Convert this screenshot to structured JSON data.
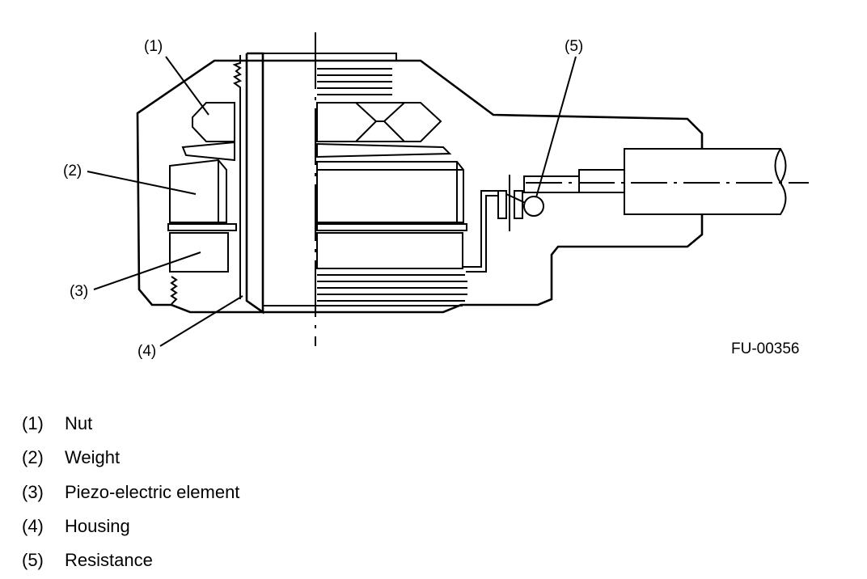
{
  "diagram": {
    "callouts": [
      "(1)",
      "(2)",
      "(3)",
      "(4)",
      "(5)"
    ],
    "figure_code": "FU-00356"
  },
  "legend": [
    {
      "num": "(1)",
      "label": "Nut"
    },
    {
      "num": "(2)",
      "label": "Weight"
    },
    {
      "num": "(3)",
      "label": "Piezo-electric element"
    },
    {
      "num": "(4)",
      "label": "Housing"
    },
    {
      "num": "(5)",
      "label": "Resistance"
    }
  ]
}
